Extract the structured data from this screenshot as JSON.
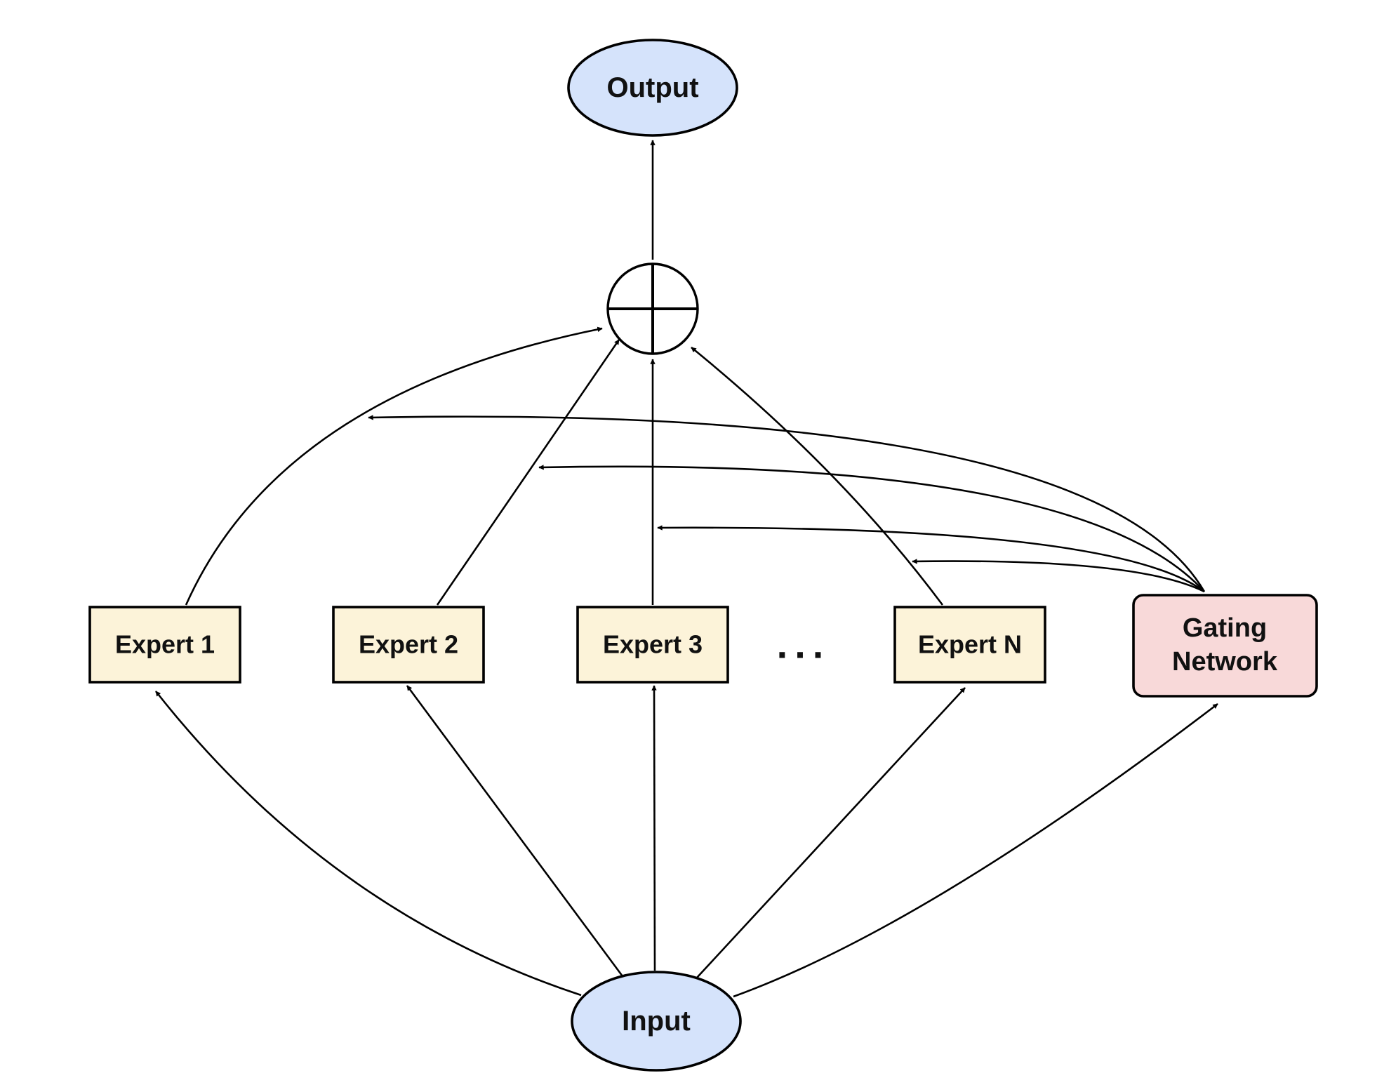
{
  "nodes": {
    "output": {
      "label": "Output"
    },
    "input": {
      "label": "Input"
    },
    "experts": [
      {
        "label": "Expert 1"
      },
      {
        "label": "Expert 2"
      },
      {
        "label": "Expert 3"
      },
      {
        "label": "Expert N"
      }
    ],
    "ellipsis": "...",
    "gating": {
      "label_line1": "Gating",
      "label_line2": "Network"
    }
  },
  "colors": {
    "terminal_fill": "#d5e3fb",
    "expert_fill": "#fcf3d9",
    "gating_fill": "#f8d9d9",
    "stroke": "#000000",
    "text": "#111111"
  }
}
